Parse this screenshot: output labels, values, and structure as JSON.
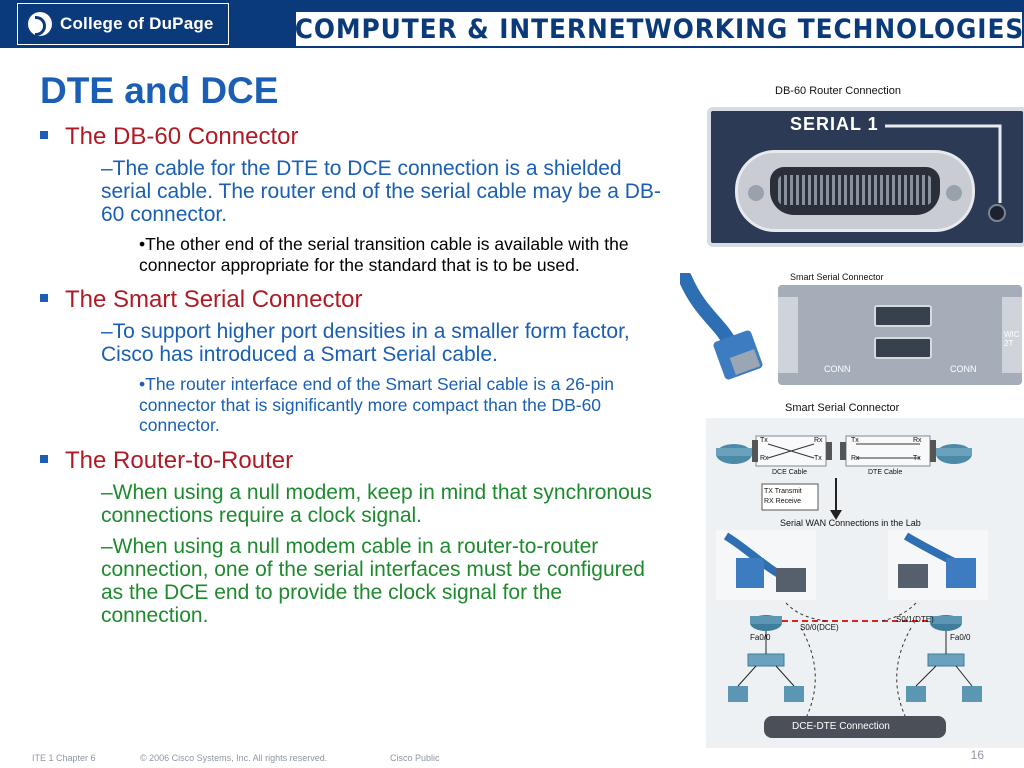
{
  "header": {
    "institution": "College of DuPage",
    "program": "COMPUTER & INTERNETWORKING TECHNOLOGIES"
  },
  "slide": {
    "title": "DTE and DCE",
    "sections": [
      {
        "heading": "The DB-60 Connector",
        "items": [
          {
            "level": 2,
            "text": "–The cable for the DTE to DCE connection is a shielded serial cable. The router end of the serial cable may be a DB-60 connector."
          },
          {
            "level": 3,
            "text": "•The other end of the serial transition cable is available with the connector appropriate for the standard that is to be used."
          }
        ]
      },
      {
        "heading": "The Smart Serial Connector",
        "items": [
          {
            "level": 2,
            "text": "–To support higher port densities in a smaller form factor, Cisco has introduced a Smart Serial cable."
          },
          {
            "level": 3,
            "text": "•The router interface end of the Smart Serial cable is a 26-pin connector that is significantly more compact than the DB-60 connector."
          }
        ]
      },
      {
        "heading": "The Router-to-Router",
        "items": [
          {
            "level": 2,
            "text": "–When using a null modem, keep in mind that synchronous connections require a clock signal."
          },
          {
            "level": 2,
            "text": "–When using a null modem cable in a router-to-router connection, one of the serial interfaces must be configured as the DCE end to provide the clock signal for the connection."
          }
        ]
      }
    ]
  },
  "images": {
    "db60_caption": "DB-60 Router Connection",
    "db60_port_label": "SERIAL 1",
    "smart_caption_1": "Smart Serial Connector",
    "smart_conn_1": "CONN",
    "smart_conn_2": "CONN",
    "smart_side_label": "WIC 2T",
    "smart_caption_2": "Smart Serial Connector",
    "tx_1": "Tx",
    "rx_1": "Rx",
    "rx_2": "Rx",
    "tx_2": "Tx",
    "tx_3": "Tx",
    "rx_3": "Rx",
    "rx_4": "Rx",
    "tx_4": "Tx",
    "dce_cable": "DCE Cable",
    "dte_cable": "DTE Cable",
    "tx_transmit": "TX Transmit",
    "rx_receive": "RX Receive",
    "serial_wan": "Serial WAN Connections in the Lab",
    "s0_dce": "S0/0(DCE)",
    "s0_dte": "S0/1(DTE)",
    "fa0_left": "Fa0/0",
    "fa0_right": "Fa0/0",
    "dce_dte_connection": "DCE-DTE Connection"
  },
  "footer": {
    "chapter": "ITE 1 Chapter 6",
    "copyright": "© 2006 Cisco Systems, Inc. All rights reserved.",
    "classification": "Cisco Public",
    "page_number": "16"
  },
  "colors": {
    "header_blue": "#0b3a7a",
    "title_blue": "#1a5fb4",
    "heading_red": "#b01a24",
    "text_green": "#1e8a2e"
  }
}
